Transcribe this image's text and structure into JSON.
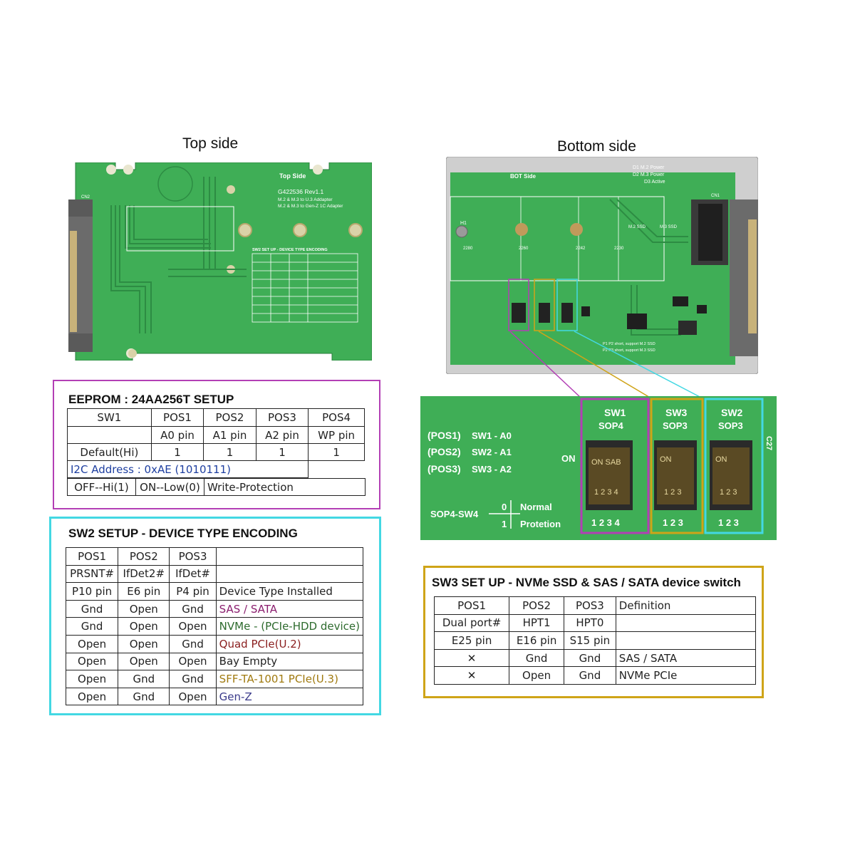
{
  "captions": {
    "top_side": "Top side",
    "bottom_side": "Bottom side"
  },
  "colors": {
    "pcb_green": "#3fae56",
    "trace_green": "#2d8c43",
    "silkscreen": "#ffffff",
    "eeprom_border": "#b33fb5",
    "sw2_border": "#43d8e3",
    "sw3_border": "#cfa418",
    "i2c_text": "#1e3fa0",
    "sas_sata": "#8a1e6e",
    "nvme": "#2e6b2e",
    "quad_pcie": "#8a1e1e",
    "sff": "#a07a10",
    "genz": "#3a3a8a"
  },
  "top_pcb": {
    "label": "Top Side",
    "model": "G422536 Rev1.1",
    "line1": "M.2 & M.3 to U.3 Addapter",
    "line2": "M.2 & M.3 to Gen-Z 1C Adapter",
    "connector": "CN2",
    "silk_table_title": "SW2 SET UP - DEVICE TYPE ENCODING"
  },
  "bottom_pcb": {
    "label": "BOT Side",
    "led1": "D1 M.2 Power",
    "led2": "D2 M.3 Power",
    "led3": "D3 Active",
    "h1": "H1",
    "sizes": [
      "2280",
      "2260",
      "2242",
      "2230"
    ],
    "m2": "M.2 SSD",
    "m3": "M.3 SSD",
    "cn1": "CN1",
    "p1": "P1 P2 short, support M.2 SSD",
    "p2": "P2 P3 short, support M.3 SSD"
  },
  "zoom": {
    "pos1": "(POS1)",
    "pos2": "(POS2)",
    "pos3": "(POS3)",
    "sw1_a0": "SW1 - A0",
    "sw2_a1": "SW2 - A1",
    "sw3_a2": "SW3 - A2",
    "sop4_sw4": "SOP4-SW4",
    "normal_bit": "0",
    "protection_bit": "1",
    "normal": "Normal",
    "protection": "Protetion",
    "on": "ON",
    "switches": [
      {
        "name": "SW1",
        "pkg": "SOP4",
        "face": "ON SAB",
        "digits": "1 2 3 4",
        "pins": "1 2 3 4"
      },
      {
        "name": "SW3",
        "pkg": "SOP3",
        "face": "ON",
        "digits": "1 2 3",
        "pins": "1 2 3"
      },
      {
        "name": "SW2",
        "pkg": "SOP3",
        "face": "ON",
        "digits": "1 2 3",
        "pins": "1 2 3"
      }
    ],
    "c27": "C27"
  },
  "eeprom": {
    "title": "EEPROM : 24AA256T SETUP",
    "header": [
      "SW1",
      "POS1",
      "POS2",
      "POS3",
      "POS4"
    ],
    "pins": [
      "A0 pin",
      "A1 pin",
      "A2 pin",
      "WP pin"
    ],
    "default_label": "Default(Hi)",
    "defaults": [
      "1",
      "1",
      "1",
      "1"
    ],
    "i2c": "I2C Address : 0xAE (1010111)",
    "off_hi": "OFF--Hi(1)",
    "on_low": "ON--Low(0)",
    "write_protection": "Write-Protection"
  },
  "sw2": {
    "title": "SW2 SETUP - DEVICE TYPE ENCODING",
    "rows": [
      [
        "POS1",
        "POS2",
        "POS3",
        ""
      ],
      [
        "PRSNT#",
        "IfDet2#",
        "IfDet#",
        ""
      ],
      [
        "P10 pin",
        "E6 pin",
        "P4 pin",
        "Device Type Installed"
      ],
      [
        "Gnd",
        "Open",
        "Gnd",
        "SAS / SATA"
      ],
      [
        "Gnd",
        "Open",
        "Open",
        "NVMe - (PCIe-HDD device)"
      ],
      [
        "Open",
        "Open",
        "Gnd",
        "Quad PCIe(U.2)"
      ],
      [
        "Open",
        "Open",
        "Open",
        "Bay Empty"
      ],
      [
        "Open",
        "Gnd",
        "Gnd",
        "SFF-TA-1001 PCIe(U.3)"
      ],
      [
        "Open",
        "Gnd",
        "Open",
        "Gen-Z"
      ]
    ]
  },
  "sw3": {
    "title": "SW3 SET UP - NVMe SSD & SAS / SATA device switch",
    "rows": [
      [
        "POS1",
        "POS2",
        "POS3",
        "Definition"
      ],
      [
        "Dual port#",
        "HPT1",
        "HPT0",
        ""
      ],
      [
        "E25 pin",
        "E16 pin",
        "S15 pin",
        ""
      ],
      [
        "✕",
        "Gnd",
        "Gnd",
        "SAS / SATA"
      ],
      [
        "✕",
        "Open",
        "Gnd",
        "NVMe PCIe"
      ]
    ]
  }
}
